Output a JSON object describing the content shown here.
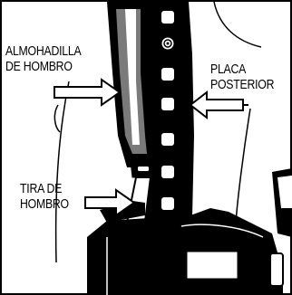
{
  "labels": {
    "shoulder_pad_line1": "ALMOHADILLA",
    "shoulder_pad_line2": "DE HOMBRO",
    "back_plate_line1": "PLACA",
    "back_plate_line2": "POSTERIOR",
    "shoulder_strap_line1": "TIRA DE",
    "shoulder_strap_line2": "HOMBRO"
  },
  "icons": {
    "callout_arrow": "hollow-arrow-icon",
    "screw": "screw-icon"
  },
  "colors": {
    "ink": "#000000",
    "paper": "#ffffff",
    "pad_gray": "#7a7a7a"
  }
}
